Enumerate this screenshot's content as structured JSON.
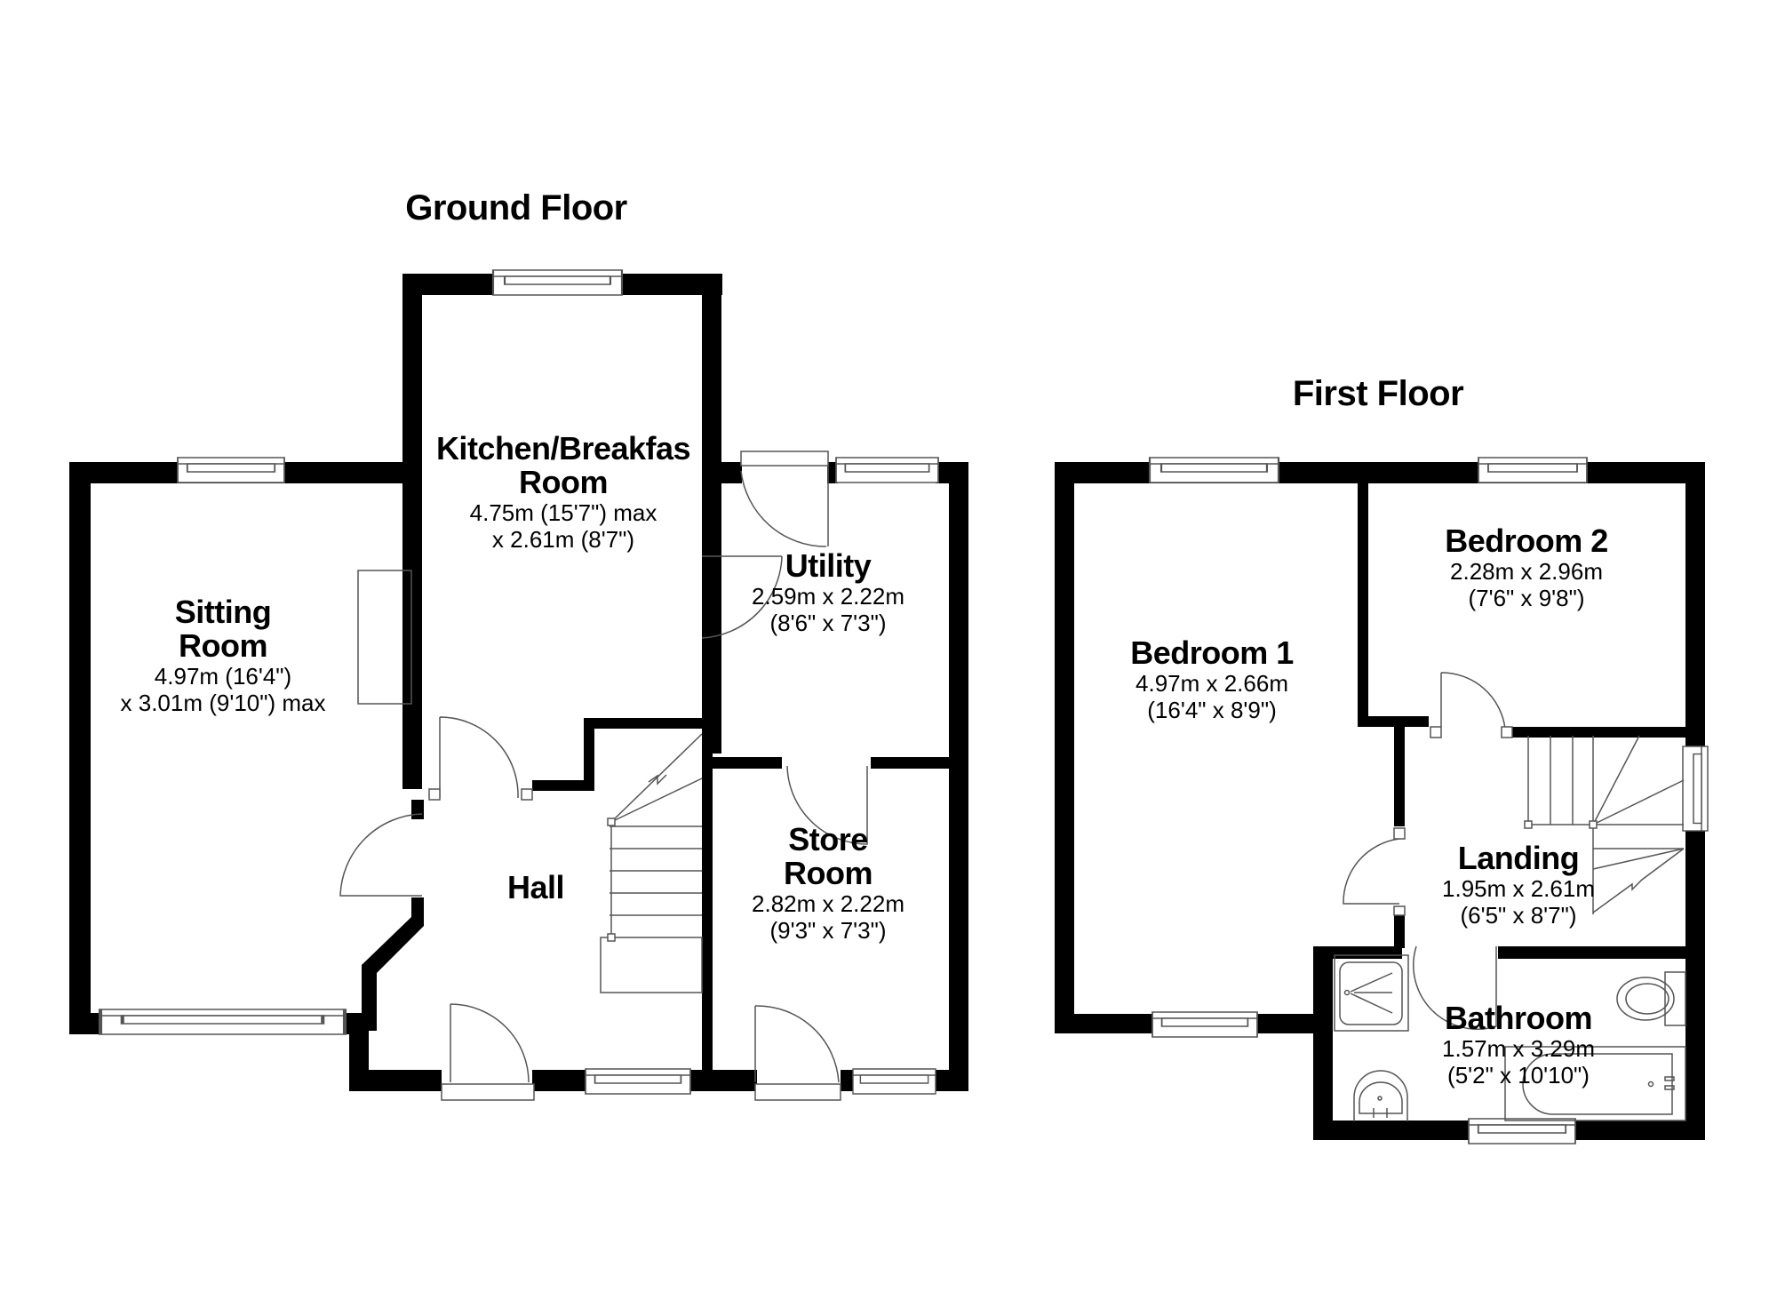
{
  "floors": [
    {
      "title": "Ground Floor",
      "rooms": [
        {
          "name_lines": [
            "Sitting",
            "Room"
          ],
          "dims": [
            "4.97m (16'4\")",
            "x 3.01m (9'10\") max"
          ]
        },
        {
          "name_lines": [
            "Kitchen/Breakfas",
            "Room"
          ],
          "dims": [
            "4.75m (15'7\") max",
            "x 2.61m (8'7\")"
          ]
        },
        {
          "name_lines": [
            "Utility"
          ],
          "dims": [
            "2.59m x 2.22m",
            "(8'6\" x 7'3\")"
          ]
        },
        {
          "name_lines": [
            "Hall"
          ],
          "dims": []
        },
        {
          "name_lines": [
            "Store",
            "Room"
          ],
          "dims": [
            "2.82m x 2.22m",
            "(9'3\" x 7'3\")"
          ]
        }
      ]
    },
    {
      "title": "First Floor",
      "rooms": [
        {
          "name_lines": [
            "Bedroom 1"
          ],
          "dims": [
            "4.97m x 2.66m",
            "(16'4\" x 8'9\")"
          ]
        },
        {
          "name_lines": [
            "Bedroom 2"
          ],
          "dims": [
            "2.28m x 2.96m",
            "(7'6\" x 9'8\")"
          ]
        },
        {
          "name_lines": [
            "Landing"
          ],
          "dims": [
            "1.95m x 2.61m",
            "(6'5\" x 8'7\")"
          ]
        },
        {
          "name_lines": [
            "Bathroom"
          ],
          "dims": [
            "1.57m x 3.29m",
            "(5'2\" x 10'10\")"
          ]
        }
      ]
    }
  ],
  "colors": {
    "wall": "#000000",
    "fixture_line": "#555555",
    "background": "#ffffff"
  }
}
